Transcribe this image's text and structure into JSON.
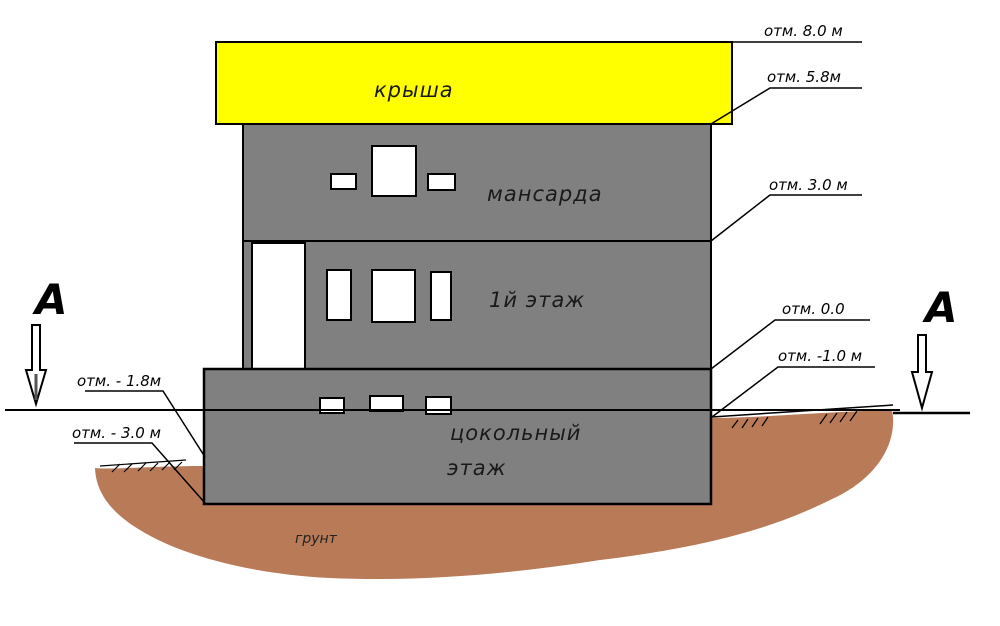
{
  "colors": {
    "roof": "#ffff00",
    "wall": "#808080",
    "soil": "#b97a57",
    "window": "#ffffff",
    "line": "#000000"
  },
  "labels": {
    "roof": "крыша",
    "attic": "мансарда",
    "first_floor": "1й этаж",
    "basement_line1": "цокольный",
    "basement_line2": "этаж",
    "soil": "грунт",
    "section_left": "А",
    "section_right": "А"
  },
  "elevations": {
    "e80": "отм. 8.0 м",
    "e58": "отм. 5.8м",
    "e30": "отм. 3.0 м",
    "e00": "отм. 0.0",
    "em10": "отм. -1.0 м",
    "em18": "отм. - 1.8м",
    "em30": "отм. - 3.0 м"
  }
}
